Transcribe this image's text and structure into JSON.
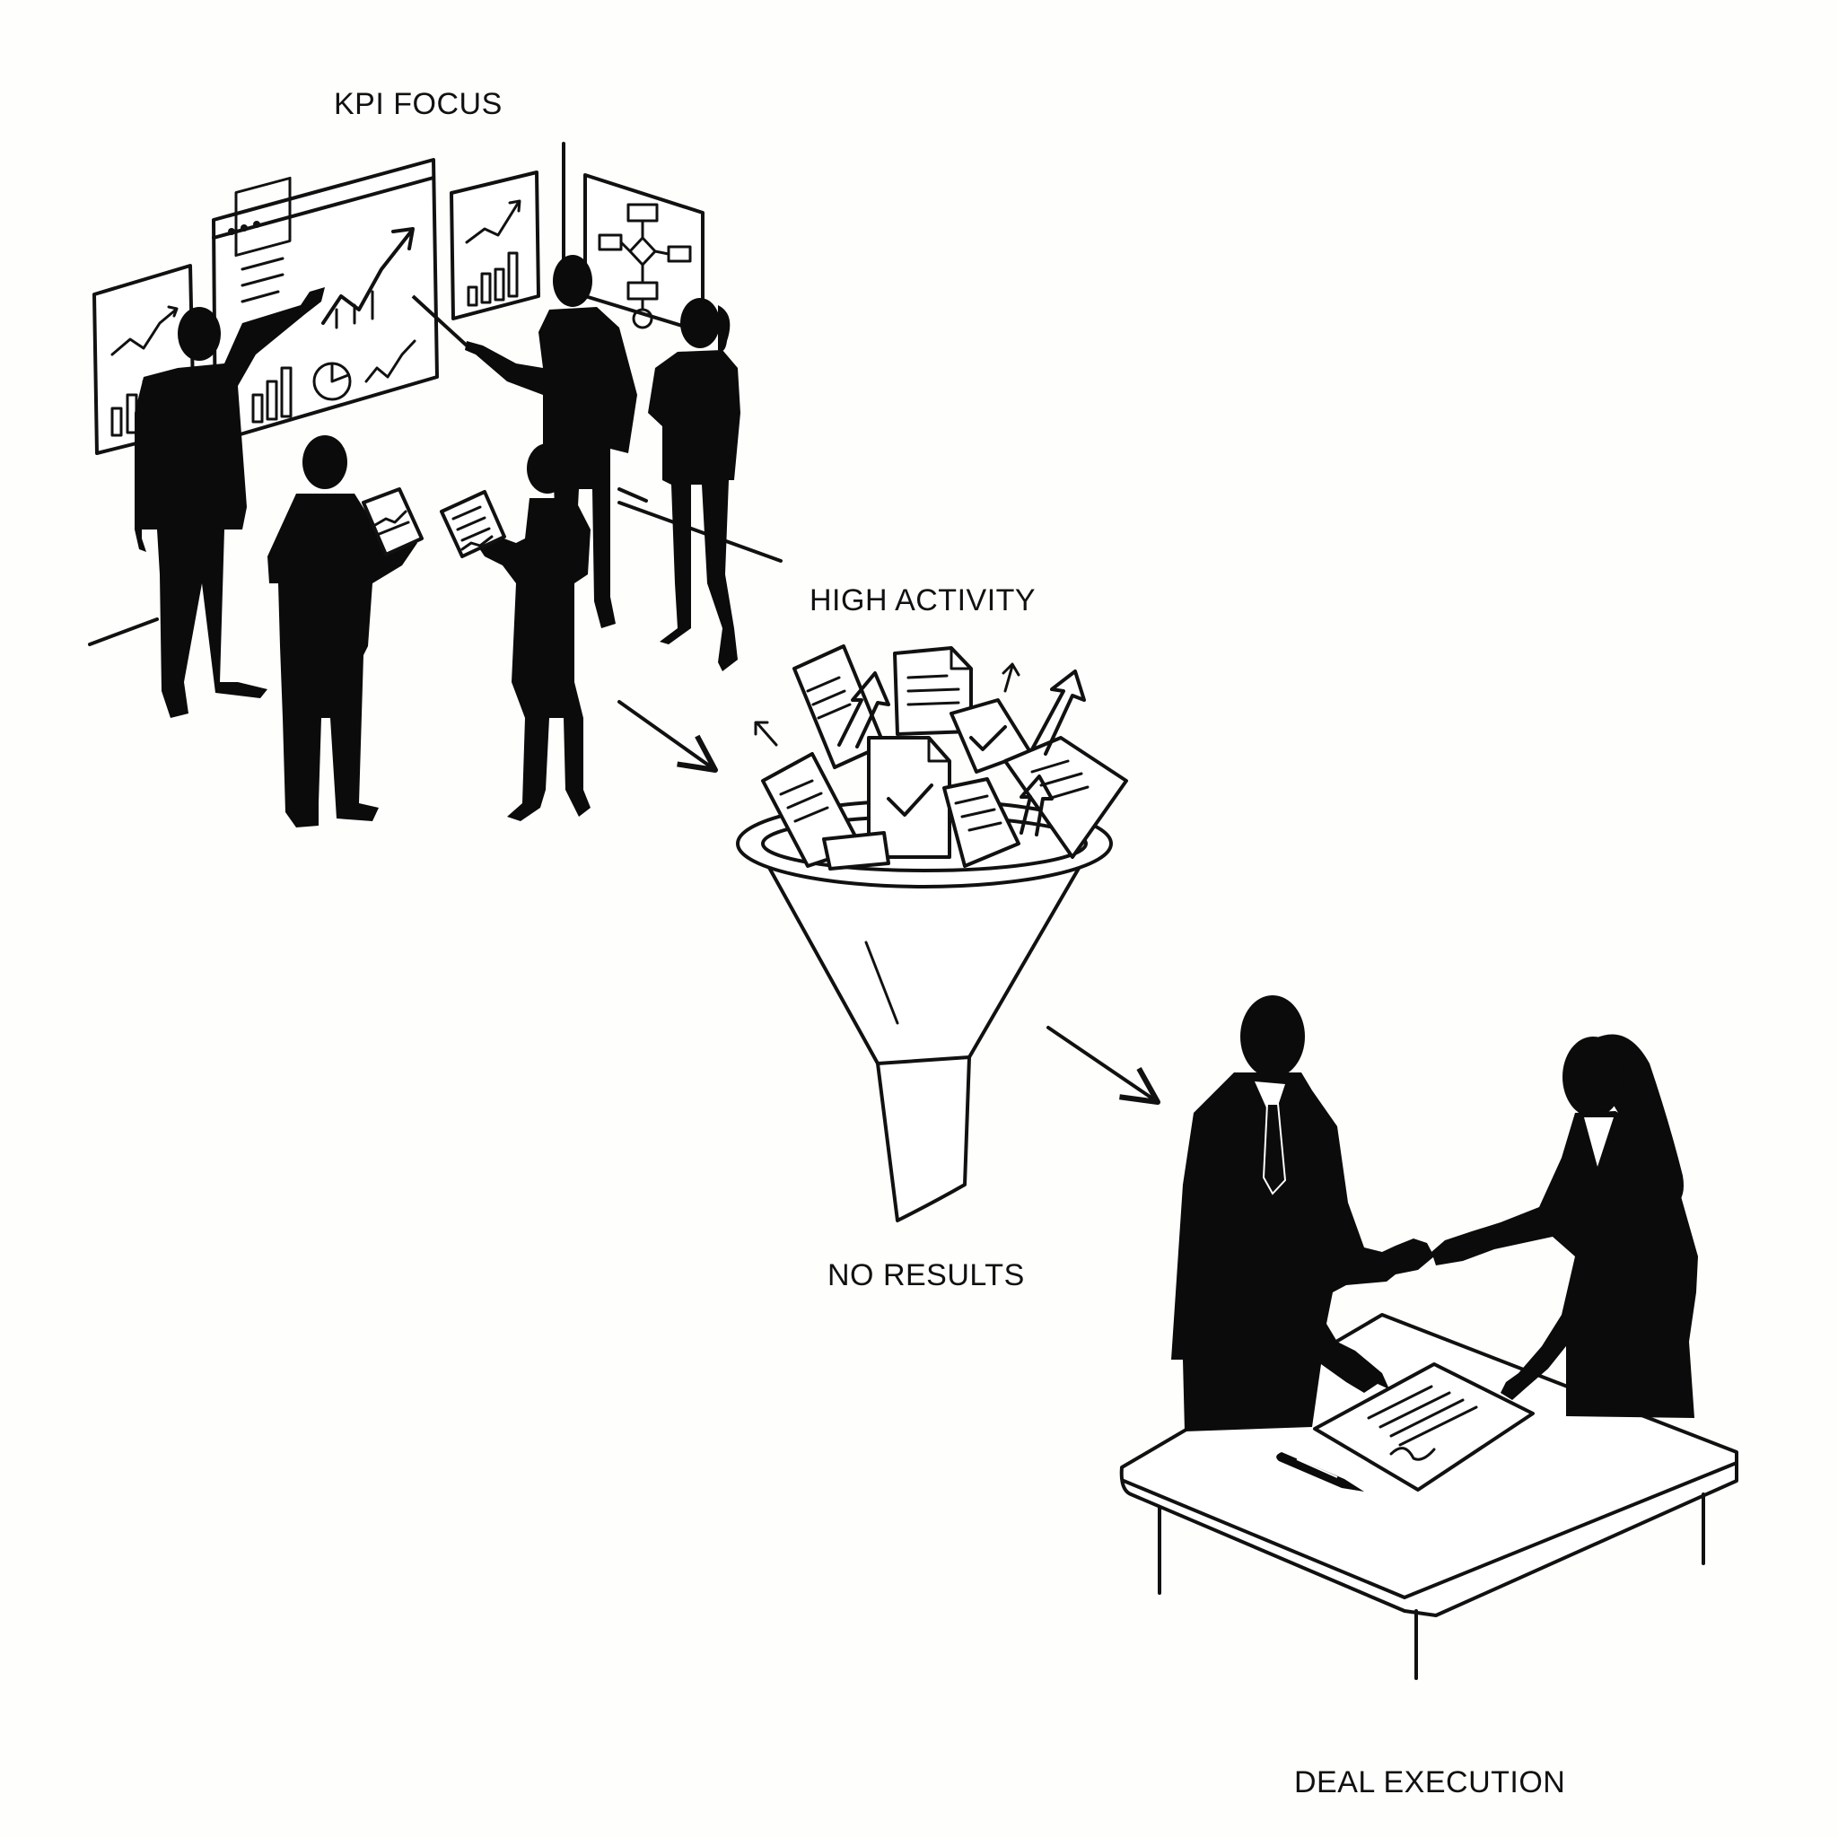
{
  "labels": {
    "kpi_focus": "KPI FOCUS",
    "high_activity": "HIGH ACTIVITY",
    "no_results": "NO RESULTS",
    "deal_execution": "DEAL EXECUTION"
  },
  "colors": {
    "background": "#fefefc",
    "ink": "#111111",
    "silhouette": "#0b0b0b",
    "paper": "#ffffff"
  }
}
